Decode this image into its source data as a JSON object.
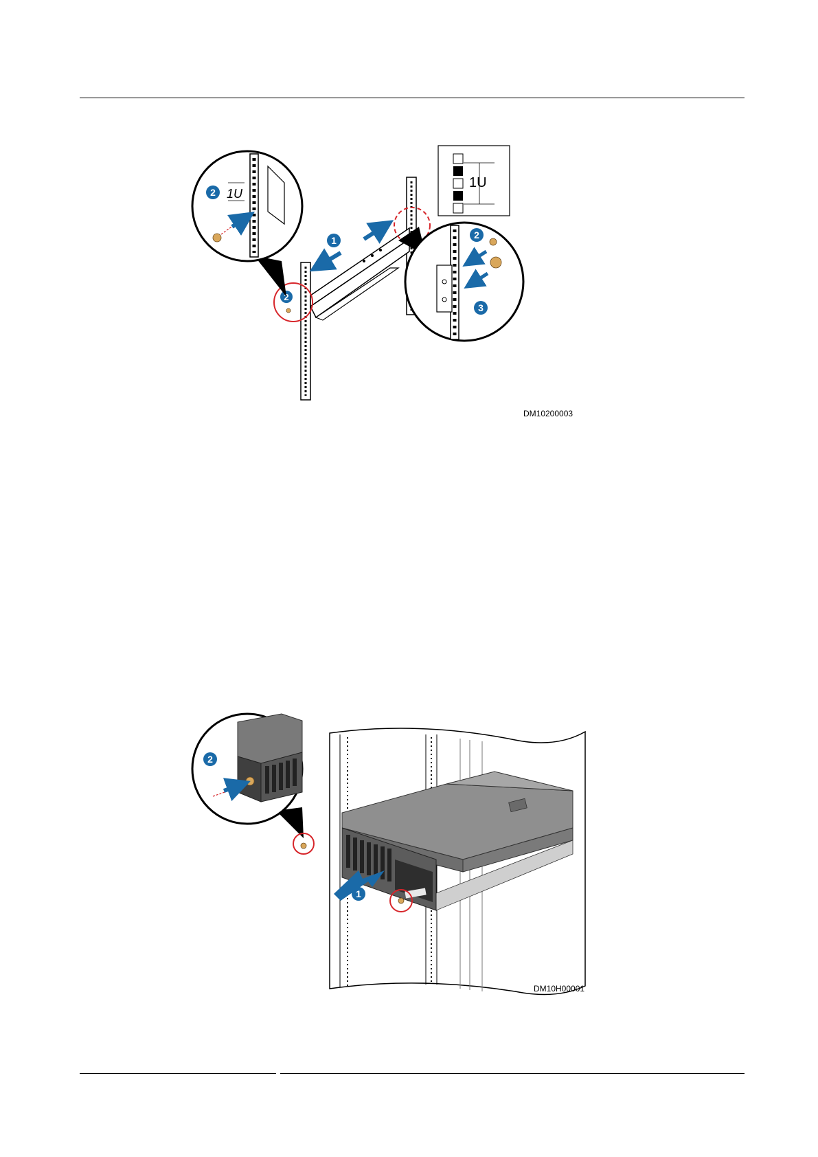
{
  "figure1": {
    "code": "DM10200003",
    "unit_label": "1U",
    "callouts": [
      "1",
      "2",
      "2",
      "2",
      "3"
    ]
  },
  "figure2": {
    "code": "DM10H00001",
    "callouts": [
      "2",
      "1"
    ]
  },
  "colors": {
    "callout_blue": "#1a6aa8",
    "highlight_red": "#d7262b",
    "screw_gold": "#d9a75b",
    "server_gray": "#8f8f8f"
  }
}
